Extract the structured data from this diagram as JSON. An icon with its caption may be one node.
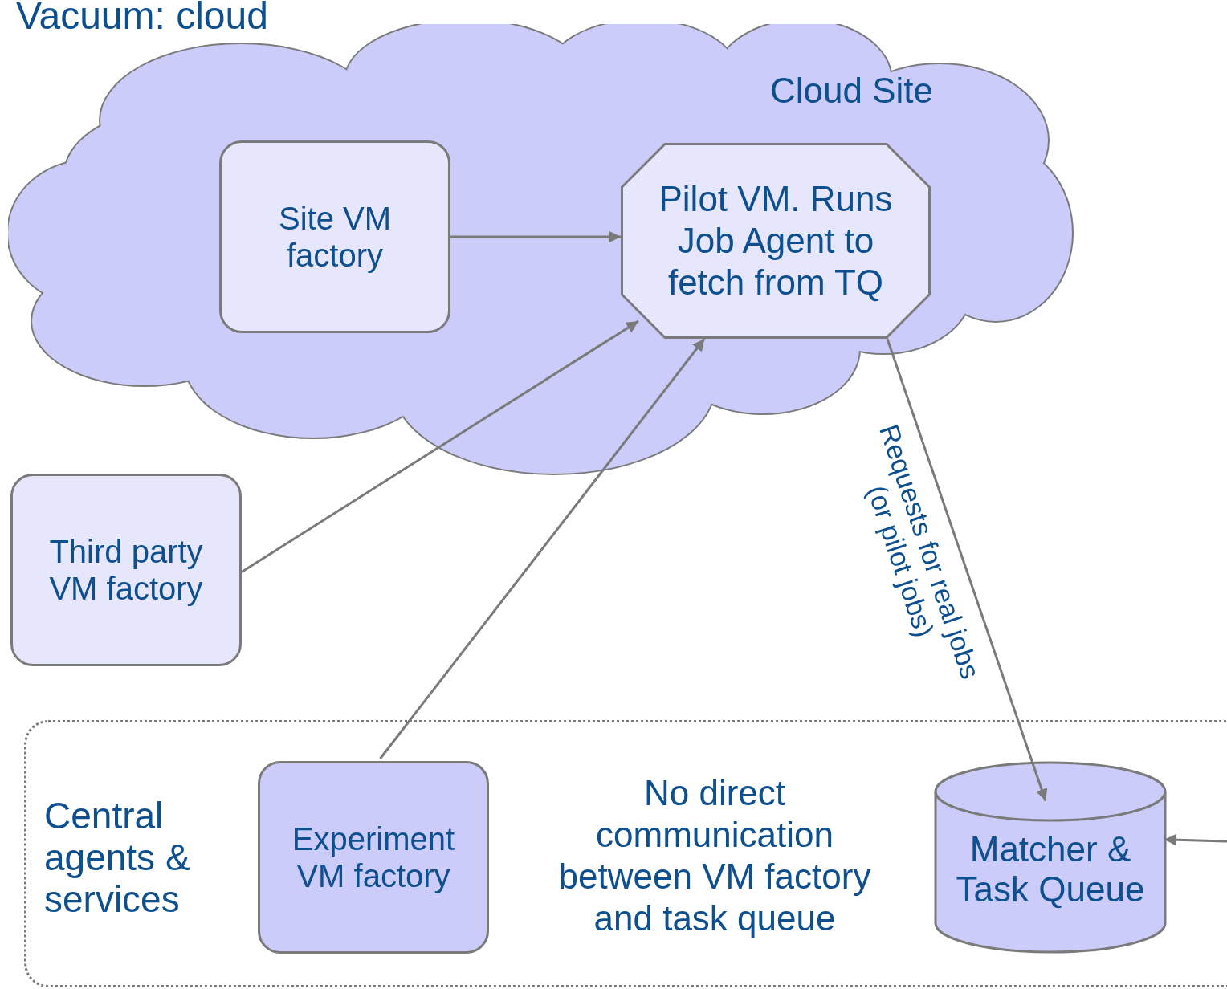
{
  "diagram": {
    "title": "Vacuum: cloud",
    "nodes": [
      {
        "text": [
          "Cloud Site"
        ]
      },
      {
        "text": [
          "Site VM factory"
        ],
        "in": 0
      },
      {
        "text": [
          "Pilot VM. Runs Job Agent to fetch from TQ"
        ],
        "in": 0
      },
      {
        "text": [
          "Third party VM factory"
        ]
      },
      {
        "text": [
          "Central agents & services"
        ]
      },
      {
        "text": [
          "Experiment VM factory"
        ],
        "in": 4
      },
      {
        "text": [
          "Matcher & Task Queue"
        ],
        "in": 4
      }
    ],
    "edges": [
      {
        "from": 1,
        "to": 2,
        "arrow": "to"
      },
      {
        "from": 3,
        "to": 2,
        "arrow": "to"
      },
      {
        "from": 5,
        "to": 2,
        "arrow": "to"
      },
      {
        "from": 2,
        "to": 6,
        "arrow": "to",
        "label": "Requests for real jobs (or pilot jobs)"
      },
      {
        "from": null,
        "to": 6,
        "arrow": "to"
      }
    ],
    "labels": [
      "No direct communication between VM factory and task queue"
    ]
  }
}
